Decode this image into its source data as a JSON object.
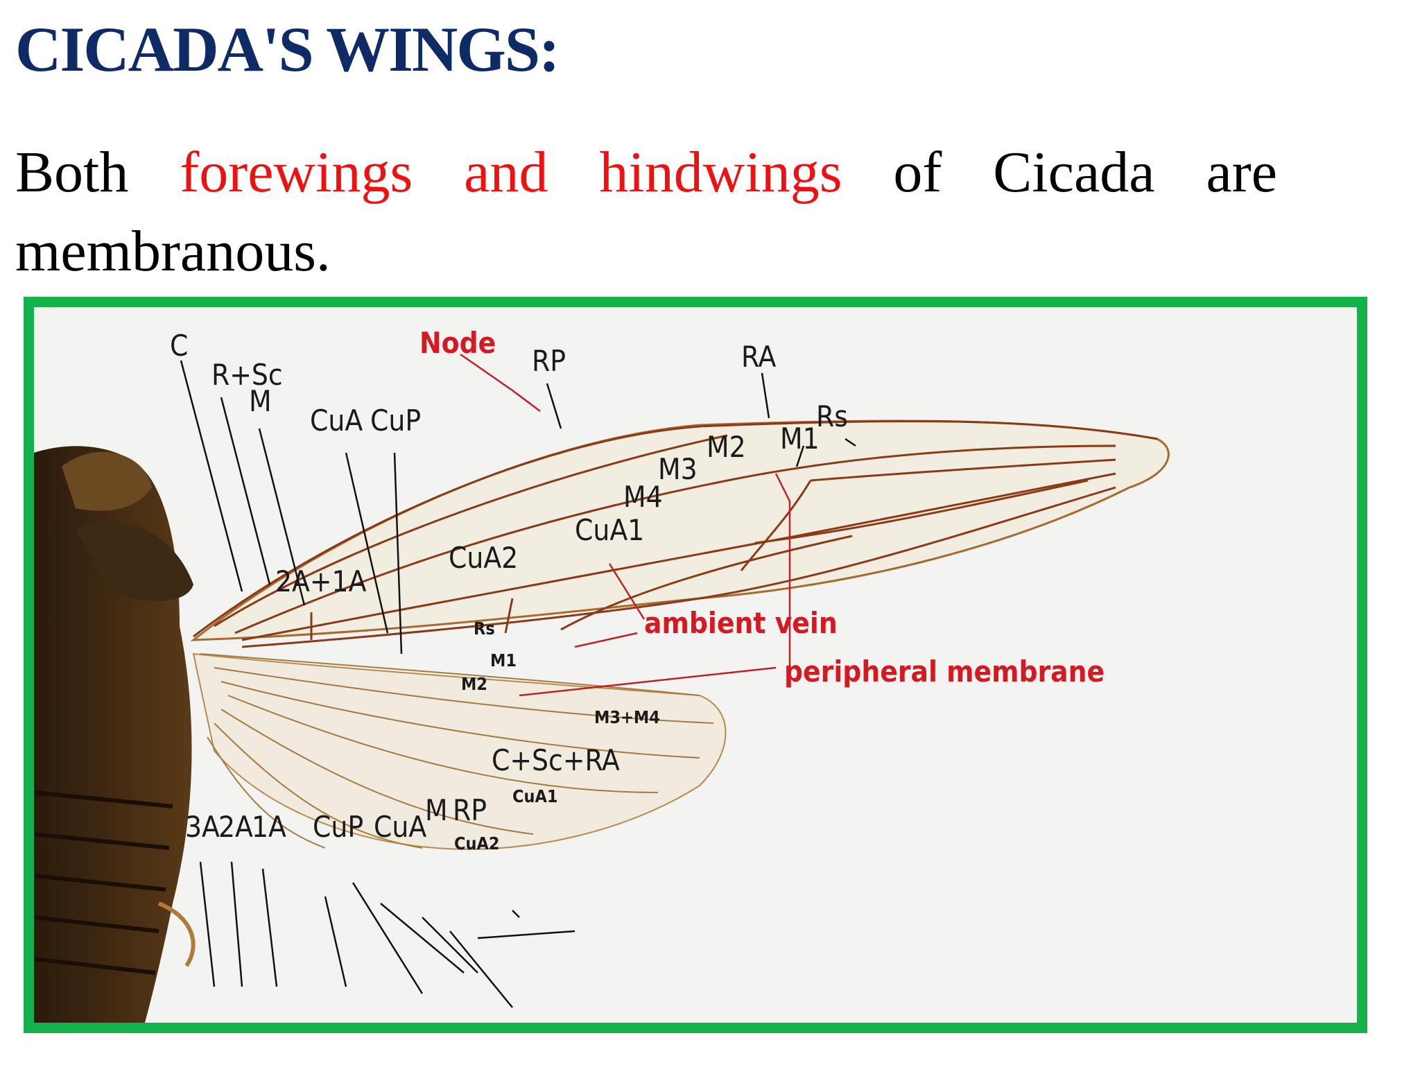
{
  "slide": {
    "title": "CICADA'S WINGS:",
    "sentence": {
      "part1": "Both ",
      "highlight": "forewings and hindwings",
      "part2": " of Cicada are membranous."
    },
    "colors": {
      "title": "#0e2b67",
      "highlight": "#ee1111",
      "frame_border": "#13b24a",
      "label_red": "#d31a22"
    }
  },
  "figure": {
    "forewing_labels": {
      "C": "C",
      "R_Sc": "R+Sc",
      "M": "M",
      "CuA": "CuA",
      "CuP": "CuP",
      "Node": "Node",
      "RP": "RP",
      "RA": "RA",
      "Rs": "Rs",
      "M1": "M1",
      "M2": "M2",
      "M3": "M3",
      "M4": "M4",
      "CuA1": "CuA1",
      "CuA2": "CuA2",
      "A2_A1": "2A+1A"
    },
    "hindwing_labels": {
      "Rs": "Rs",
      "M1": "M1",
      "M2": "M2",
      "M3_M4": "M3+M4",
      "C_Sc_RA": "C+Sc+RA",
      "CuA1": "CuA1",
      "CuA2": "CuA2",
      "A3": "3A",
      "A2": "2A",
      "A1": "1A",
      "CuP": "CuP",
      "CuA": "CuA",
      "M": "M",
      "RP": "RP"
    },
    "annotations": {
      "ambient_vein": "ambient vein",
      "peripheral_membrane": "peripheral membrane"
    }
  }
}
